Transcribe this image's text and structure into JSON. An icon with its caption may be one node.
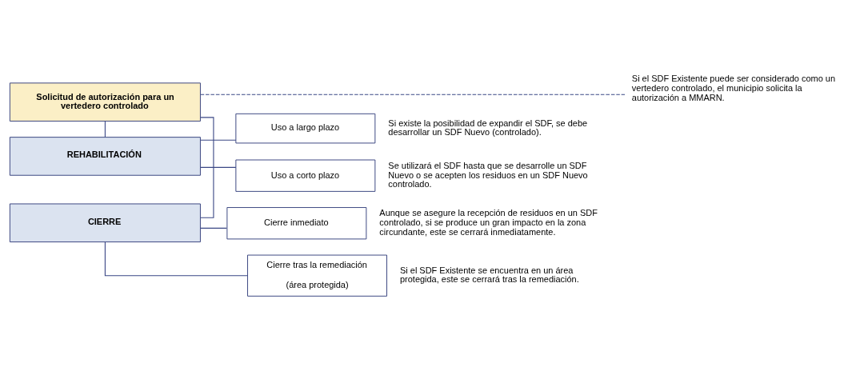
{
  "diagram": {
    "nodes": [
      {
        "text": [
          "Solicitud de autorización para un vertedero controlado"
        ]
      },
      {
        "text": [
          "Si el SDF Existente puede ser considerado como un vertedero controlado, el municipio solicita la autorización a MMARN."
        ]
      },
      {
        "text": [
          "REHABILITACIÓN"
        ]
      },
      {
        "text": [
          "Uso a largo plazo"
        ],
        "beside": [
          "Si existe la posibilidad de expandir el SDF, se debe desarrollar un SDF Nuevo (controlado)."
        ]
      },
      {
        "text": [
          "Uso a corto plazo"
        ],
        "beside": [
          "Se utilizará el SDF hasta que se desarrolle un SDF Nuevo o se acepten los residuos en un SDF Nuevo controlado."
        ]
      },
      {
        "text": [
          "CIERRE"
        ]
      },
      {
        "text": [
          "Cierre tras la remediación",
          "(área protegida)"
        ],
        "beside": [
          "Si el SDF Existente se encuentra en un área protegida, este se cerrará tras la remediación."
        ]
      },
      {
        "text": [
          "Cierre inmediato"
        ],
        "beside": [
          "Aunque se asegure la recepción de residuos en un SDF controlado, si se produce un gran impacto en la zona circundante, este se cerrará inmediatamente."
        ]
      }
    ],
    "edges": [
      {
        "from": 0,
        "to": 1,
        "arrow": "none",
        "style": "dashed"
      },
      {
        "from": 0,
        "to": 2,
        "arrow": "none"
      },
      {
        "from": 0,
        "to": 5,
        "arrow": "none"
      },
      {
        "from": 2,
        "to": 3,
        "arrow": "none"
      },
      {
        "from": 2,
        "to": 4,
        "arrow": "none"
      },
      {
        "from": 5,
        "to": 6,
        "arrow": "none"
      },
      {
        "from": 5,
        "to": 7,
        "arrow": "none"
      }
    ]
  }
}
